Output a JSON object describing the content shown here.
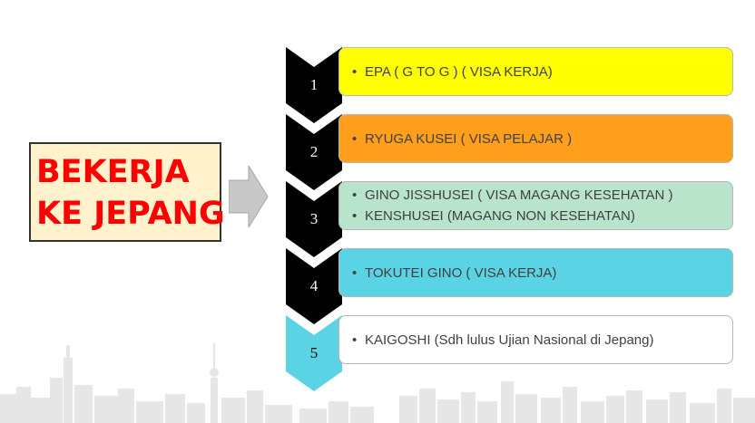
{
  "title": {
    "line1": "BEKERJA",
    "line2": "KE JEPANG"
  },
  "colors": {
    "title_text": "#ff0000",
    "title_bg": "#fff2cc",
    "chevron_dark": "#000000",
    "chevron_light": "#5ad3e4"
  },
  "icons": {
    "arrow": "right-arrow-icon",
    "bullet": "bullet-dot"
  },
  "steps": [
    {
      "number": "1",
      "color": "#ffff00",
      "items": [
        "EPA ( G TO G ) ( VISA KERJA)"
      ]
    },
    {
      "number": "2",
      "color": "#ff9f1c",
      "items": [
        "RYUGA KUSEI ( VISA PELAJAR )"
      ]
    },
    {
      "number": "3",
      "color": "#b9e4cc",
      "items": [
        "GINO JISSHUSEI ( VISA MAGANG KESEHATAN )",
        "KENSHUSEI (MAGANG NON KESEHATAN)"
      ]
    },
    {
      "number": "4",
      "color": "#5ad3e4",
      "items": [
        "TOKUTEI GINO ( VISA KERJA)"
      ]
    },
    {
      "number": "5",
      "color": "#ffffff",
      "items": [
        "KAIGOSHI (Sdh lulus Ujian Nasional di Jepang)"
      ]
    }
  ]
}
